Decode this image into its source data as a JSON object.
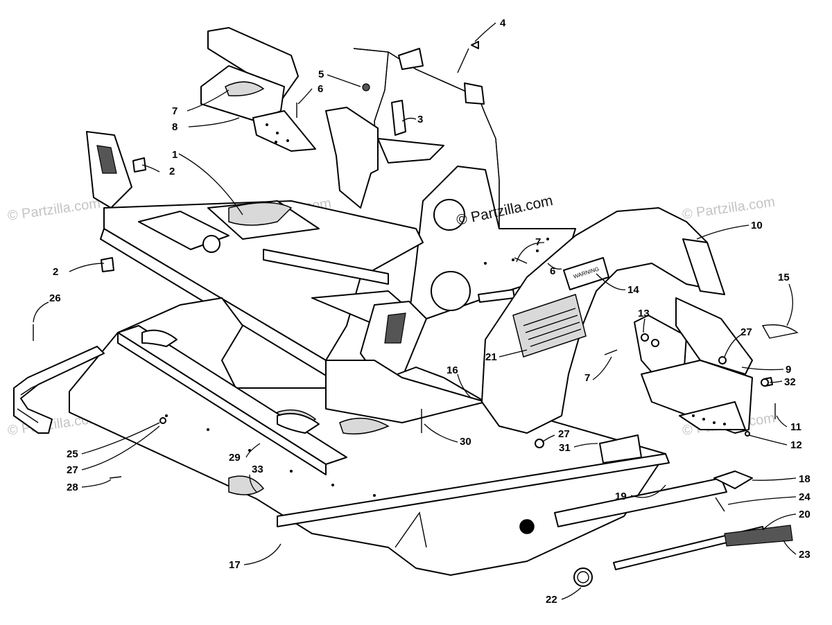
{
  "watermark": {
    "main": "© Partzilla.com",
    "faint": "© Partzilla.com"
  },
  "decal": {
    "warning_text": "WARNING"
  },
  "callouts": [
    {
      "id": "c1",
      "label": "1"
    },
    {
      "id": "c2a",
      "label": "2"
    },
    {
      "id": "c2b",
      "label": "2"
    },
    {
      "id": "c3",
      "label": "3"
    },
    {
      "id": "c4",
      "label": "4"
    },
    {
      "id": "c5",
      "label": "5"
    },
    {
      "id": "c6a",
      "label": "6"
    },
    {
      "id": "c6b",
      "label": "6"
    },
    {
      "id": "c7a",
      "label": "7"
    },
    {
      "id": "c7b",
      "label": "7"
    },
    {
      "id": "c7c",
      "label": "7"
    },
    {
      "id": "c8",
      "label": "8"
    },
    {
      "id": "c9",
      "label": "9"
    },
    {
      "id": "c10",
      "label": "10"
    },
    {
      "id": "c11",
      "label": "11"
    },
    {
      "id": "c12",
      "label": "12"
    },
    {
      "id": "c13",
      "label": "13"
    },
    {
      "id": "c14",
      "label": "14"
    },
    {
      "id": "c15",
      "label": "15"
    },
    {
      "id": "c16",
      "label": "16"
    },
    {
      "id": "c17",
      "label": "17"
    },
    {
      "id": "c18",
      "label": "18"
    },
    {
      "id": "c19",
      "label": "19"
    },
    {
      "id": "c20",
      "label": "20"
    },
    {
      "id": "c21",
      "label": "21"
    },
    {
      "id": "c22",
      "label": "22"
    },
    {
      "id": "c23",
      "label": "23"
    },
    {
      "id": "c24",
      "label": "24"
    },
    {
      "id": "c25",
      "label": "25"
    },
    {
      "id": "c26",
      "label": "26"
    },
    {
      "id": "c27a",
      "label": "27"
    },
    {
      "id": "c27b",
      "label": "27"
    },
    {
      "id": "c27c",
      "label": "27"
    },
    {
      "id": "c28",
      "label": "28"
    },
    {
      "id": "c29",
      "label": "29"
    },
    {
      "id": "c30",
      "label": "30"
    },
    {
      "id": "c31",
      "label": "31"
    },
    {
      "id": "c32",
      "label": "32"
    },
    {
      "id": "c33",
      "label": "33"
    }
  ]
}
